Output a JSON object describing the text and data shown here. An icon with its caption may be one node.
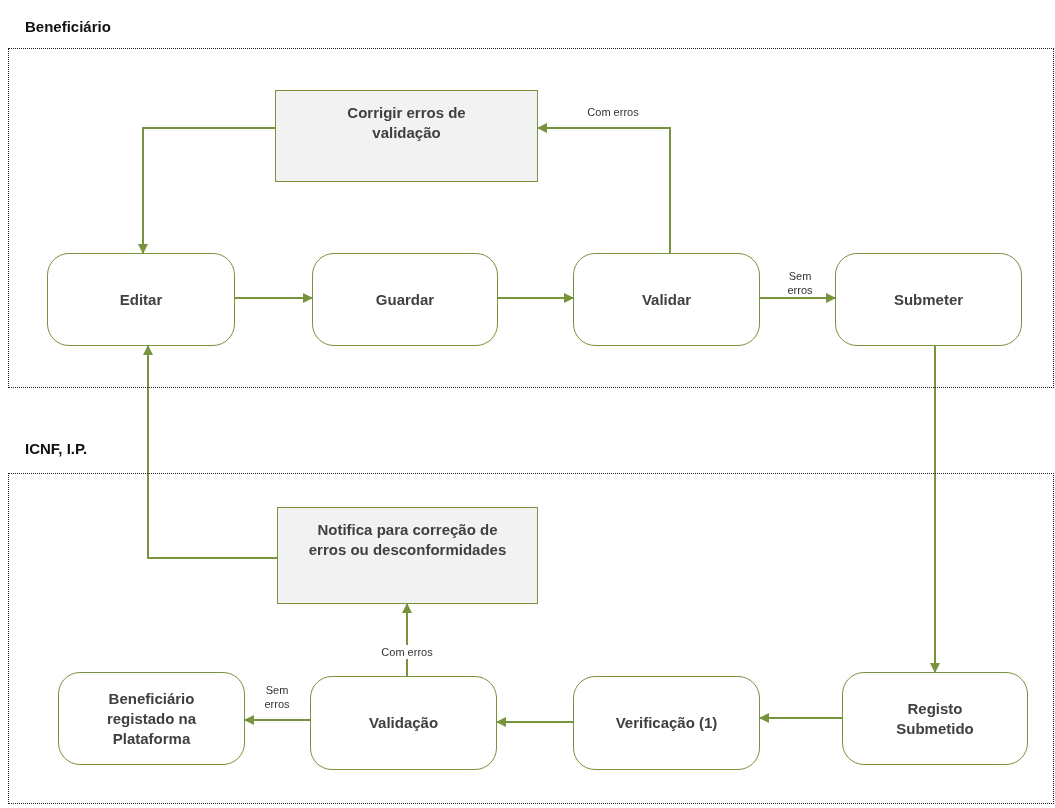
{
  "diagram": {
    "nodes": [
      {
        "text": [
          "Beneficiário"
        ]
      },
      {
        "text": [
          "Corrigir erros de validação"
        ],
        "in": 0
      },
      {
        "text": [
          "Editar"
        ],
        "in": 0
      },
      {
        "text": [
          "Guardar"
        ],
        "in": 0
      },
      {
        "text": [
          "Validar"
        ],
        "in": 0
      },
      {
        "text": [
          "Submeter"
        ],
        "in": 0
      },
      {
        "text": [
          "ICNF, I.P."
        ]
      },
      {
        "text": [
          "Notifica para correção de erros ou desconformidades"
        ],
        "in": 6
      },
      {
        "text": [
          "Beneficiário registado na Plataforma"
        ],
        "in": 6
      },
      {
        "text": [
          "Validação"
        ],
        "in": 6
      },
      {
        "text": [
          "Verificação (1)"
        ],
        "in": 6
      },
      {
        "text": [
          "Registo Submetido"
        ],
        "in": 6
      }
    ],
    "edges": [
      {
        "from": 2,
        "to": 3,
        "arrow": "to"
      },
      {
        "from": 3,
        "to": 4,
        "arrow": "to"
      },
      {
        "from": 4,
        "to": 5,
        "arrow": "to",
        "label": "Sem erros"
      },
      {
        "from": 4,
        "to": 1,
        "arrow": "to",
        "label": "Com erros"
      },
      {
        "from": 1,
        "to": 2,
        "arrow": "to"
      },
      {
        "from": 5,
        "to": 11,
        "arrow": "to"
      },
      {
        "from": 11,
        "to": 10,
        "arrow": "to"
      },
      {
        "from": 10,
        "to": 9,
        "arrow": "to"
      },
      {
        "from": 9,
        "to": 8,
        "arrow": "to",
        "label": "Sem erros"
      },
      {
        "from": 9,
        "to": 7,
        "arrow": "to",
        "label": "Com erros"
      },
      {
        "from": 7,
        "to": 2,
        "arrow": "to"
      }
    ]
  }
}
